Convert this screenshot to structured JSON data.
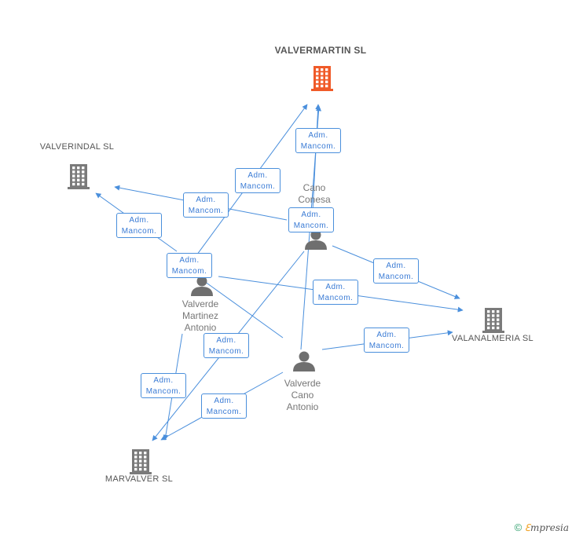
{
  "companies": [
    {
      "id": "valvermartin",
      "name": "VALVERMARTIN SL",
      "main": true
    },
    {
      "id": "valverindal",
      "name": "VALVERINDAL SL"
    },
    {
      "id": "valanalmeria",
      "name": "VALANALMERIA SL"
    },
    {
      "id": "marvalver",
      "name": "MARVALVER SL"
    }
  ],
  "persons": [
    {
      "id": "cano",
      "lines": [
        "Cano",
        "Conesa",
        ""
      ]
    },
    {
      "id": "martinez",
      "lines": [
        "Valverde",
        "Martinez",
        "Antonio"
      ]
    },
    {
      "id": "valverde_cano",
      "lines": [
        "Valverde",
        "Cano",
        "Antonio"
      ]
    }
  ],
  "relation_label": {
    "line1": "Adm.",
    "line2": "Mancom."
  },
  "relations": [
    {
      "from": "cano",
      "to": "valvermartin"
    },
    {
      "from": "cano",
      "to": "valverindal"
    },
    {
      "from": "cano",
      "to": "valanalmeria"
    },
    {
      "from": "cano",
      "to": "marvalver"
    },
    {
      "from": "martinez",
      "to": "valvermartin"
    },
    {
      "from": "martinez",
      "to": "valverindal"
    },
    {
      "from": "martinez",
      "to": "valanalmeria"
    },
    {
      "from": "martinez",
      "to": "marvalver"
    },
    {
      "from": "valverde_cano",
      "to": "valvermartin"
    },
    {
      "from": "valverde_cano",
      "to": "valverindal"
    },
    {
      "from": "valverde_cano",
      "to": "valanalmeria"
    },
    {
      "from": "valverde_cano",
      "to": "marvalver"
    }
  ],
  "colors": {
    "edge": "#4a8fdc",
    "main_company": "#f05a28",
    "company": "#7a7a7a",
    "person": "#6f6f6f"
  },
  "footer": {
    "copyright": "©",
    "brand_initial": "ℇ",
    "brand_rest": "mpresia"
  }
}
